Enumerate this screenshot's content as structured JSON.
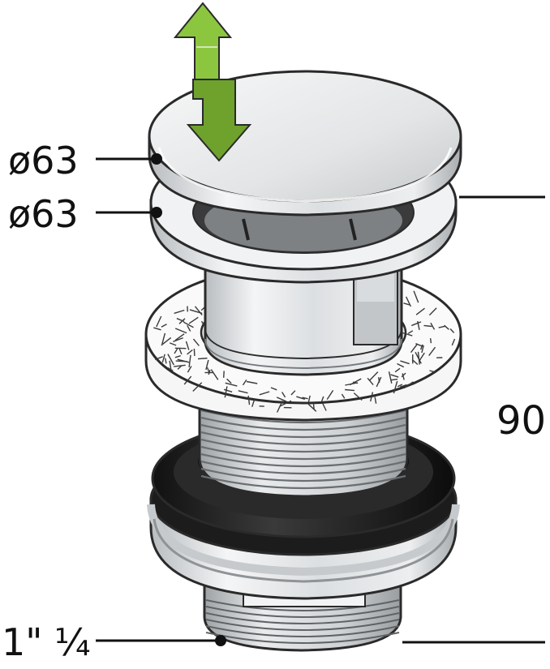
{
  "dimensions": {
    "cap_diameter": "ø63",
    "flange_diameter": "ø63",
    "height": "90",
    "thread": "1\" ¼"
  },
  "colors": {
    "arrow_green": "#8cc63f",
    "arrow_green_dark": "#6ea22c",
    "chrome_light": "#eef0f1",
    "chrome_mid": "#c9ccce",
    "chrome_dark": "#8e9396",
    "gasket_black": "#1e1e1e",
    "outline": "#2a2a2a"
  },
  "icons": {
    "push_arrow": "up-down-arrow-icon"
  }
}
